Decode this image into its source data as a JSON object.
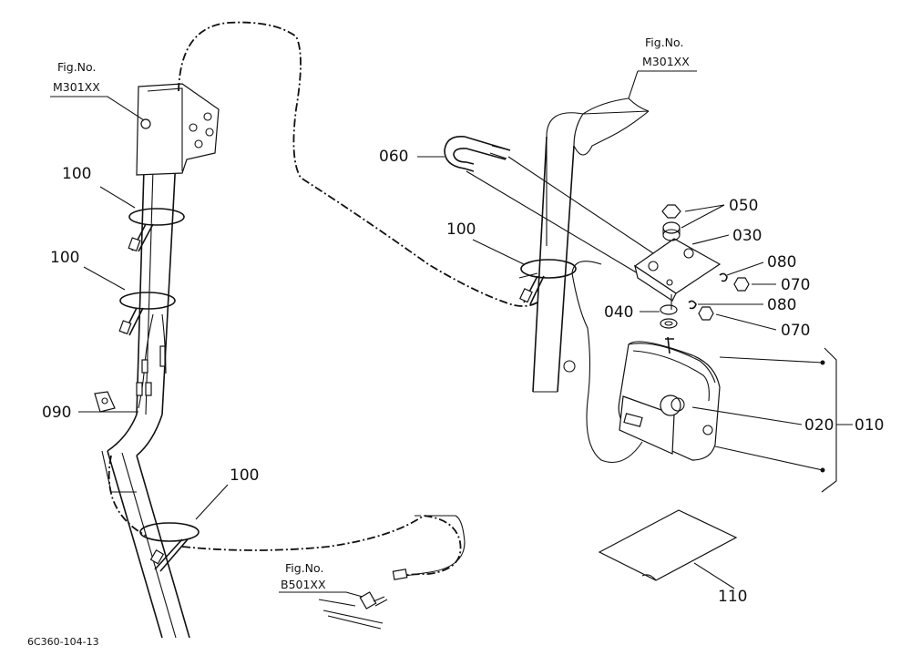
{
  "diagram": {
    "drawing_code": "6C360-104-13",
    "fig_refs": [
      {
        "label": "Fig.No.",
        "ref": "M301XX"
      },
      {
        "label": "Fig.No.",
        "ref": "M301XX"
      },
      {
        "label": "Fig.No.",
        "ref": "B501XX"
      }
    ],
    "parts": {
      "p010": "010",
      "p020": "020",
      "p030": "030",
      "p040": "040",
      "p050": "050",
      "p060": "060",
      "p070a": "070",
      "p070b": "070",
      "p080a": "080",
      "p080b": "080",
      "p090": "090",
      "p100a": "100",
      "p100b": "100",
      "p100c": "100",
      "p100d": "100",
      "p110": "110"
    }
  }
}
